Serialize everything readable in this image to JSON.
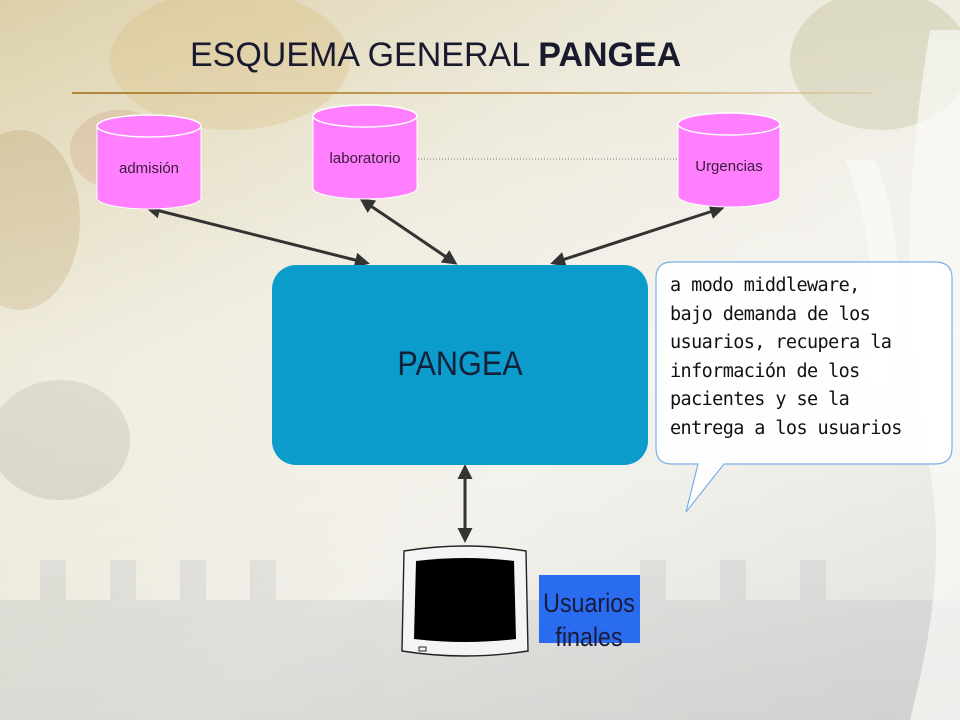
{
  "title": {
    "normal": "ESQUEMA GENERAL ",
    "bold": "PANGEA"
  },
  "sources": [
    {
      "label": "admisión"
    },
    {
      "label": "laboratorio"
    },
    {
      "label": "Urgencias"
    }
  ],
  "core": {
    "label": "PANGEA"
  },
  "callout": {
    "lines": [
      "a modo middleware,",
      "bajo demanda de los",
      "usuarios, recupera la",
      "información de los",
      "pacientes y se la",
      "entrega a los usuarios"
    ]
  },
  "users": {
    "line1": "Usuarios",
    "line2": "finales"
  },
  "colors": {
    "database": "#ff7fff",
    "core": "#0c9ccc",
    "users_box": "#2a6cf0",
    "arrows": "#3a3a3a"
  }
}
